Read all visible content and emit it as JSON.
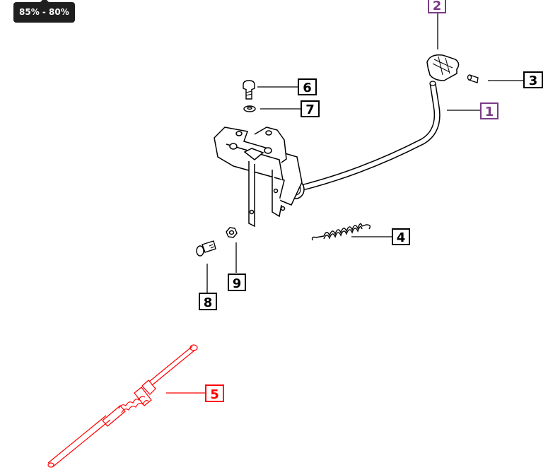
{
  "zoom_badge": {
    "label": "85% - 80%"
  },
  "colors": {
    "normal": "#000000",
    "hover": "#7a3b86",
    "selected": "#ff0000"
  },
  "callouts": [
    {
      "id": "1",
      "label": "1",
      "state": "hover"
    },
    {
      "id": "2",
      "label": "2",
      "state": "hover"
    },
    {
      "id": "3",
      "label": "3",
      "state": "normal"
    },
    {
      "id": "4",
      "label": "4",
      "state": "normal"
    },
    {
      "id": "5",
      "label": "5",
      "state": "selected"
    },
    {
      "id": "6",
      "label": "6",
      "state": "normal"
    },
    {
      "id": "7",
      "label": "7",
      "state": "normal"
    },
    {
      "id": "8",
      "label": "8",
      "state": "normal"
    },
    {
      "id": "9",
      "label": "9",
      "state": "normal"
    }
  ]
}
